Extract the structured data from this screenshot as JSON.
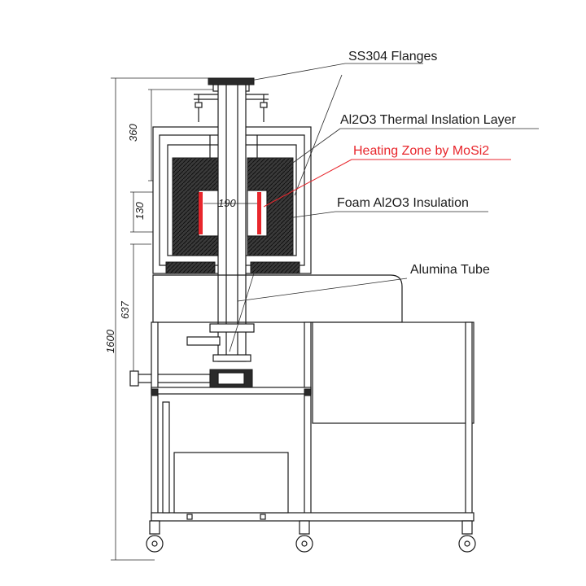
{
  "labels": {
    "flanges": "SS304 Flanges",
    "thermal_layer": "Al2O3 Thermal Inslation Layer",
    "heating_zone": "Heating Zone by MoSi2",
    "foam_insulation": "Foam Al2O3 Insulation",
    "alumina_tube": "Alumina Tube"
  },
  "dimensions": {
    "d360": "360",
    "d130": "130",
    "d190": "190",
    "d637": "637",
    "d1600": "1600"
  },
  "colors": {
    "line": "#1a1a1a",
    "heating": "#e8262c"
  }
}
